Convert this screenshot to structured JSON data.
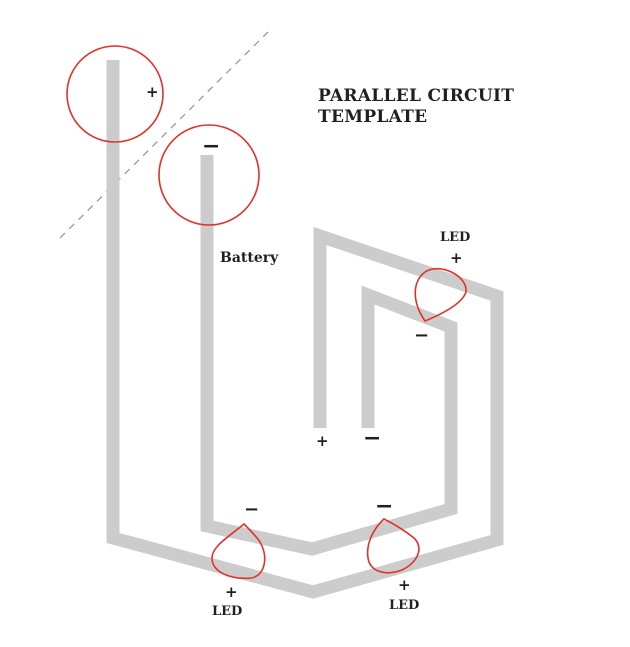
{
  "title": {
    "line1": "PARALLEL CIRCUIT",
    "line2": "TEMPLATE"
  },
  "labels": {
    "battery": "Battery",
    "led_top": "LED",
    "led_bottom_left": "LED",
    "led_bottom_right": "LED"
  },
  "signs": {
    "plus": "+",
    "minus": "−"
  },
  "colors": {
    "wire": "#cdcccc",
    "circle": "#e0322c",
    "dashed_line": "#9a9a9a",
    "text": "#231f20",
    "background": "#ffffff"
  }
}
